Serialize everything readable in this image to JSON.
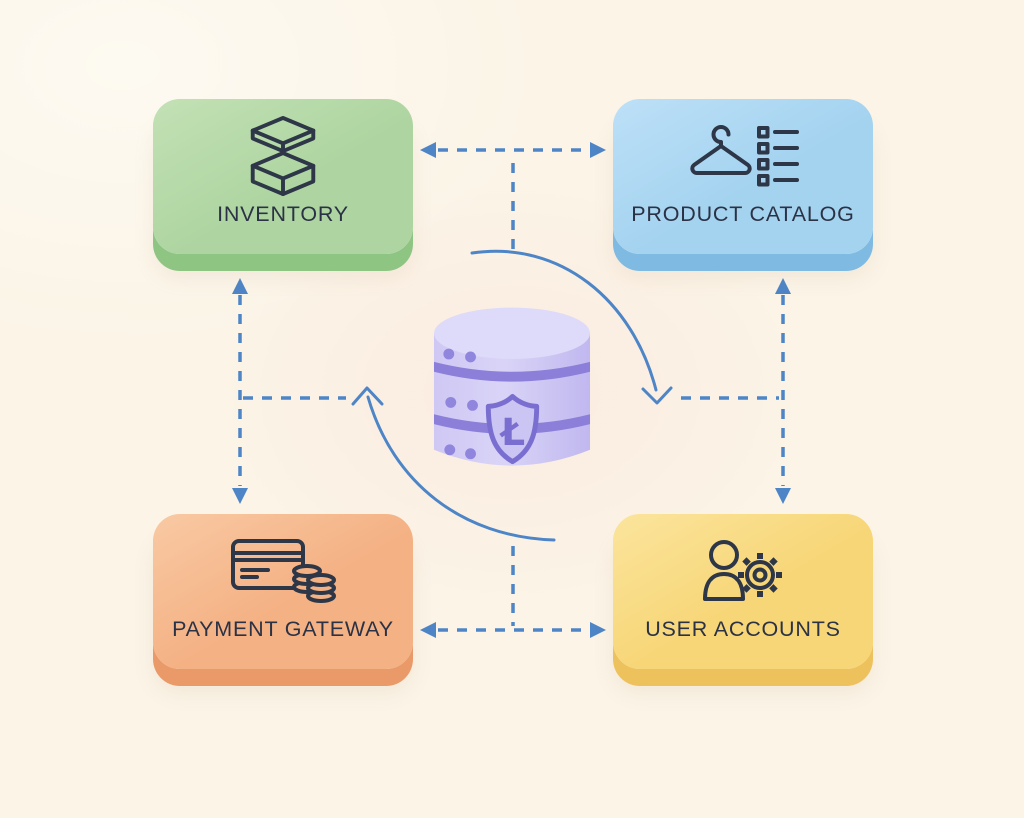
{
  "diagram": {
    "type": "architecture-diagram",
    "background": "#fbf4e7",
    "nodes": [
      {
        "id": "inventory",
        "label": "INVENTORY",
        "icon": "stacked-boxes-icon",
        "color": "#aed5a1",
        "color_light": "#c3e1b5",
        "edge_color": "#8ec583"
      },
      {
        "id": "product-catalog",
        "label": "PRODUCT CATALOG",
        "icon": "hanger-checklist-icon",
        "color": "#a4d3f0",
        "color_light": "#bde0f7",
        "edge_color": "#7fbae3"
      },
      {
        "id": "payment-gateway",
        "label": "PAYMENT GATEWAY",
        "icon": "credit-card-coins-icon",
        "color": "#f4b184",
        "color_light": "#f9c9a3",
        "edge_color": "#e99a68"
      },
      {
        "id": "user-accounts",
        "label": "USER ACCOUNTS",
        "icon": "user-gear-icon",
        "color": "#f7d677",
        "color_light": "#fbe49c",
        "edge_color": "#edc15c"
      }
    ],
    "center_node": {
      "id": "secure-database",
      "icon": "database-shield-icon",
      "shield_glyph": "Ł"
    },
    "connections": [
      {
        "from": "inventory",
        "to": "product-catalog",
        "style": "dashed",
        "arrows": "both"
      },
      {
        "from": "inventory",
        "to": "payment-gateway",
        "style": "dashed",
        "arrows": "both"
      },
      {
        "from": "product-catalog",
        "to": "user-accounts",
        "style": "dashed",
        "arrows": "both"
      },
      {
        "from": "payment-gateway",
        "to": "user-accounts",
        "style": "dashed",
        "arrows": "both"
      },
      {
        "from": "secure-database",
        "to": "top-link",
        "style": "dashed",
        "arrows": "none"
      },
      {
        "from": "secure-database",
        "to": "bottom-link",
        "style": "dashed",
        "arrows": "none"
      },
      {
        "from": "secure-database",
        "to": "left-link",
        "style": "dashed",
        "arrows": "none"
      },
      {
        "from": "secure-database",
        "to": "right-link",
        "style": "dashed",
        "arrows": "none"
      },
      {
        "from": "secure-database",
        "to": "product-catalog-side",
        "style": "curved-solid",
        "arrows": "end"
      },
      {
        "from": "secure-database",
        "to": "inventory-side",
        "style": "curved-solid",
        "arrows": "end"
      }
    ],
    "colors": {
      "arrow": "#4d85c7",
      "icon_stroke": "#2d3748",
      "label_text": "#2b3245",
      "db_body": "#c9c2f2",
      "db_top": "#dedaf9",
      "db_band": "#8b7fd9",
      "db_dots": "#9186de",
      "shield_stroke": "#7a6fd0",
      "shield_fill": "#cbc5f3"
    }
  }
}
